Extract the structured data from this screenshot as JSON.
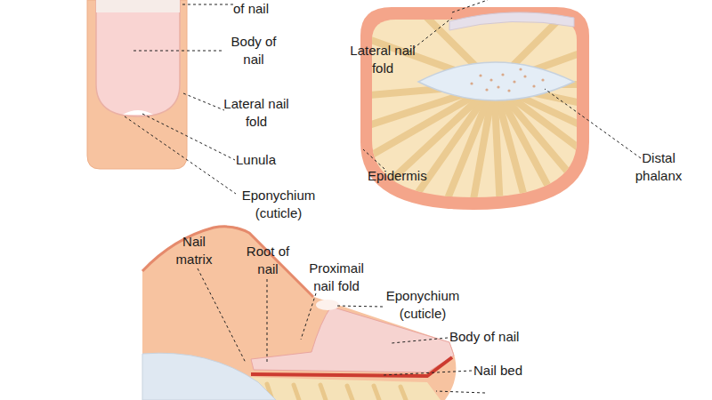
{
  "diagram": {
    "labels": [
      "of nail",
      "Body of nail",
      "Lateral nail fold",
      "Lunula",
      "Eponychium (cuticle)",
      "Lateral nail fold",
      "Epidermis",
      "Distal phalanx",
      "Nail matrix",
      "Root of nail",
      "Proximail nail fold",
      "Eponychium (cuticle)",
      "Body of nail",
      "Nail bed"
    ]
  }
}
